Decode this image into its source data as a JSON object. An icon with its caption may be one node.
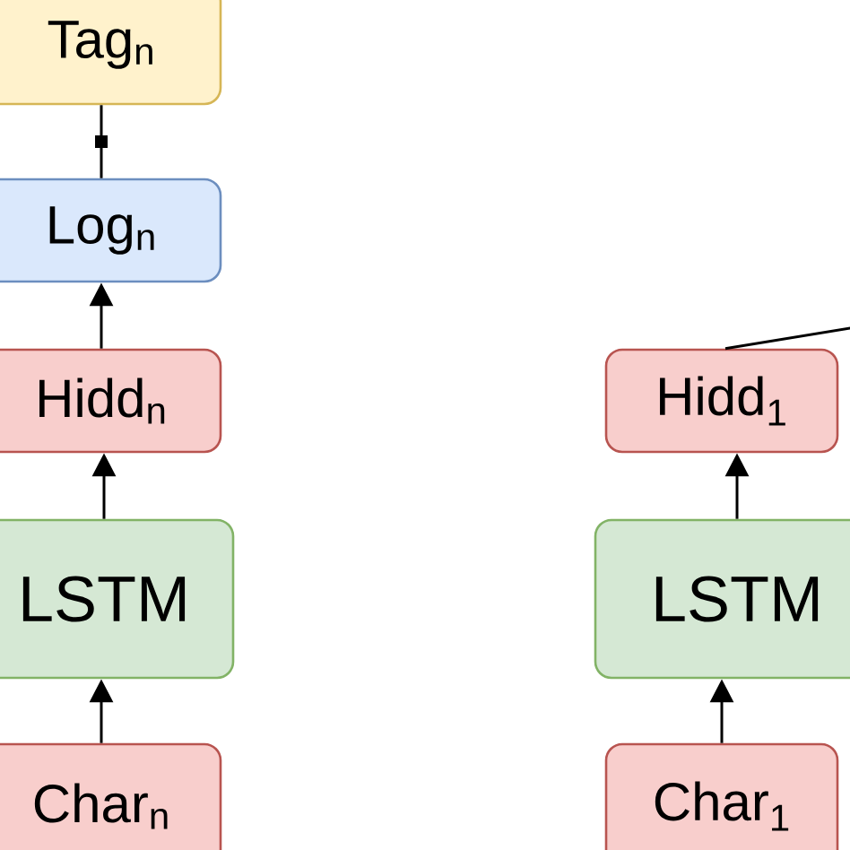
{
  "diagram": {
    "nodes": [
      {
        "text": [
          "Tag$_{n}$"
        ]
      },
      {
        "text": [
          "Log$_{n}$"
        ]
      },
      {
        "text": [
          "Hidd$_{n}$"
        ]
      },
      {
        "text": [
          "LSTM"
        ]
      },
      {
        "text": [
          "Char$_{n}$"
        ]
      },
      {
        "text": [
          "Hidd$_{1}$"
        ]
      },
      {
        "text": [
          "LSTM"
        ]
      },
      {
        "text": [
          "Char$_{1}$"
        ]
      }
    ],
    "edges": [
      {
        "from": 4,
        "to": 3,
        "arrow": "to"
      },
      {
        "from": 3,
        "to": 2,
        "arrow": "to"
      },
      {
        "from": 2,
        "to": 1,
        "arrow": "to"
      },
      {
        "from": 1,
        "to": 0,
        "arrow": "none"
      },
      {
        "from": 7,
        "to": 6,
        "arrow": "to"
      },
      {
        "from": 6,
        "to": 5,
        "arrow": "to"
      },
      {
        "from": 5,
        "to": null,
        "arrow": "none"
      }
    ]
  }
}
